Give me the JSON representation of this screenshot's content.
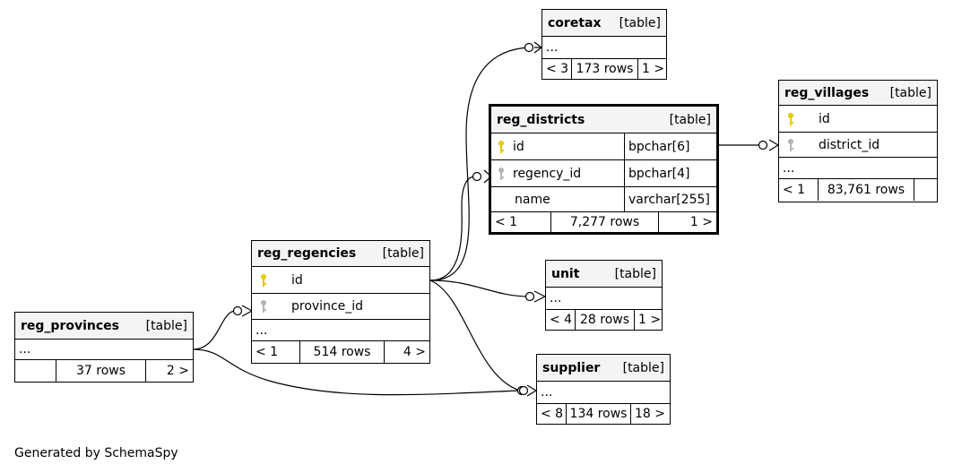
{
  "footer": "Generated by SchemaSpy",
  "colors": {
    "pk_key": "#e6c800",
    "fk_key": "#b4b4b4",
    "header_bg": "#f4f4f4"
  },
  "tables": {
    "coretax": {
      "name": "coretax",
      "kind": "[table]",
      "body": "...",
      "prev": "< 3",
      "rows": "173 rows",
      "next": "1 >"
    },
    "reg_villages": {
      "name": "reg_villages",
      "kind": "[table]",
      "columns": [
        {
          "icon": "primary-key-icon",
          "name": "id"
        },
        {
          "icon": "foreign-key-icon",
          "name": "district_id"
        }
      ],
      "body": "...",
      "prev": "< 1",
      "rows": "83,761 rows",
      "next": ""
    },
    "reg_districts": {
      "name": "reg_districts",
      "kind": "[table]",
      "columns": [
        {
          "icon": "primary-key-icon",
          "name": "id",
          "type": "bpchar[6]"
        },
        {
          "icon": "foreign-key-icon",
          "name": "regency_id",
          "type": "bpchar[4]"
        },
        {
          "icon": "",
          "name": "name",
          "type": "varchar[255]"
        }
      ],
      "prev": "< 1",
      "rows": "7,277 rows",
      "next": "1 >"
    },
    "reg_regencies": {
      "name": "reg_regencies",
      "kind": "[table]",
      "columns": [
        {
          "icon": "primary-key-icon",
          "name": "id"
        },
        {
          "icon": "foreign-key-icon",
          "name": "province_id"
        }
      ],
      "body": "...",
      "prev": "< 1",
      "rows": "514 rows",
      "next": "4 >"
    },
    "unit": {
      "name": "unit",
      "kind": "[table]",
      "body": "...",
      "prev": "< 4",
      "rows": "28 rows",
      "next": "1 >"
    },
    "reg_provinces": {
      "name": "reg_provinces",
      "kind": "[table]",
      "body": "...",
      "prev": "",
      "rows": "37 rows",
      "next": "2 >"
    },
    "supplier": {
      "name": "supplier",
      "kind": "[table]",
      "body": "...",
      "prev": "< 8",
      "rows": "134 rows",
      "next": "18 >"
    }
  }
}
